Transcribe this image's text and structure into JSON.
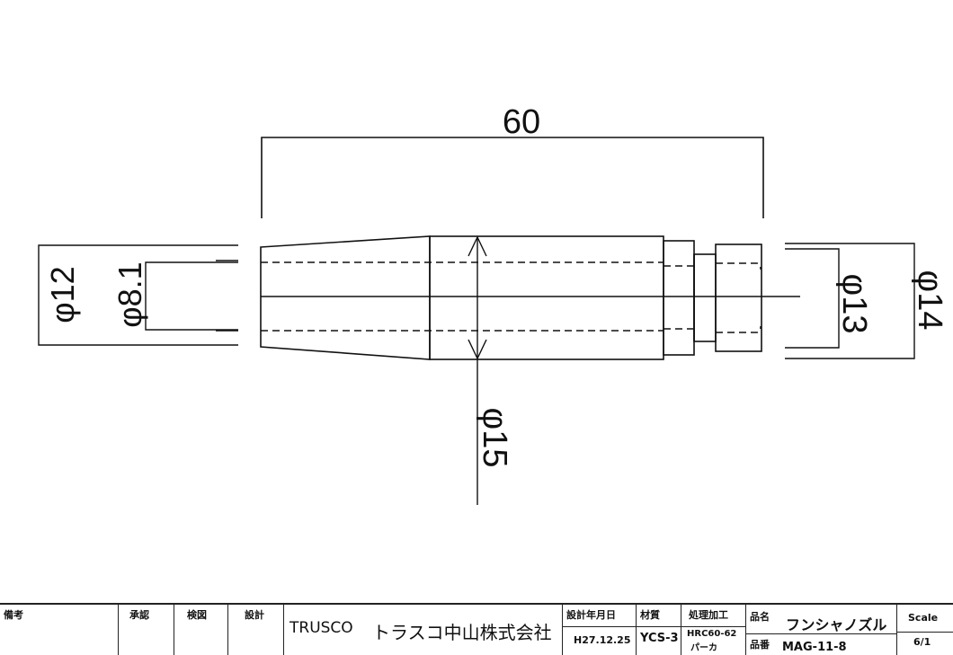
{
  "drawing": {
    "length_dim": "60",
    "dia_outer_left": "φ12",
    "dia_inner_left": "φ8.1",
    "dia_center": "φ15",
    "dia_inner_right": "φ13",
    "dia_outer_right": "φ14"
  },
  "title_block": {
    "remarks_label": "備考",
    "approve_label": "承認",
    "check_label": "検図",
    "design_label": "設計",
    "company_en": "TRUSCO",
    "company_jp": "トラスコ中山株式会社",
    "date_label": "設計年月日",
    "date_value": "H27.12.25",
    "material_label": "材質",
    "material_value": "YCS-3",
    "treatment_label": "処理加工",
    "treatment_value1": "HRC60-62",
    "treatment_value2": "パーカ",
    "name_label": "品名",
    "name_value": "フンシャノズル",
    "number_label": "品番",
    "number_value": "MAG-11-8",
    "scale_label": "Scale",
    "scale_value": "6/1"
  }
}
